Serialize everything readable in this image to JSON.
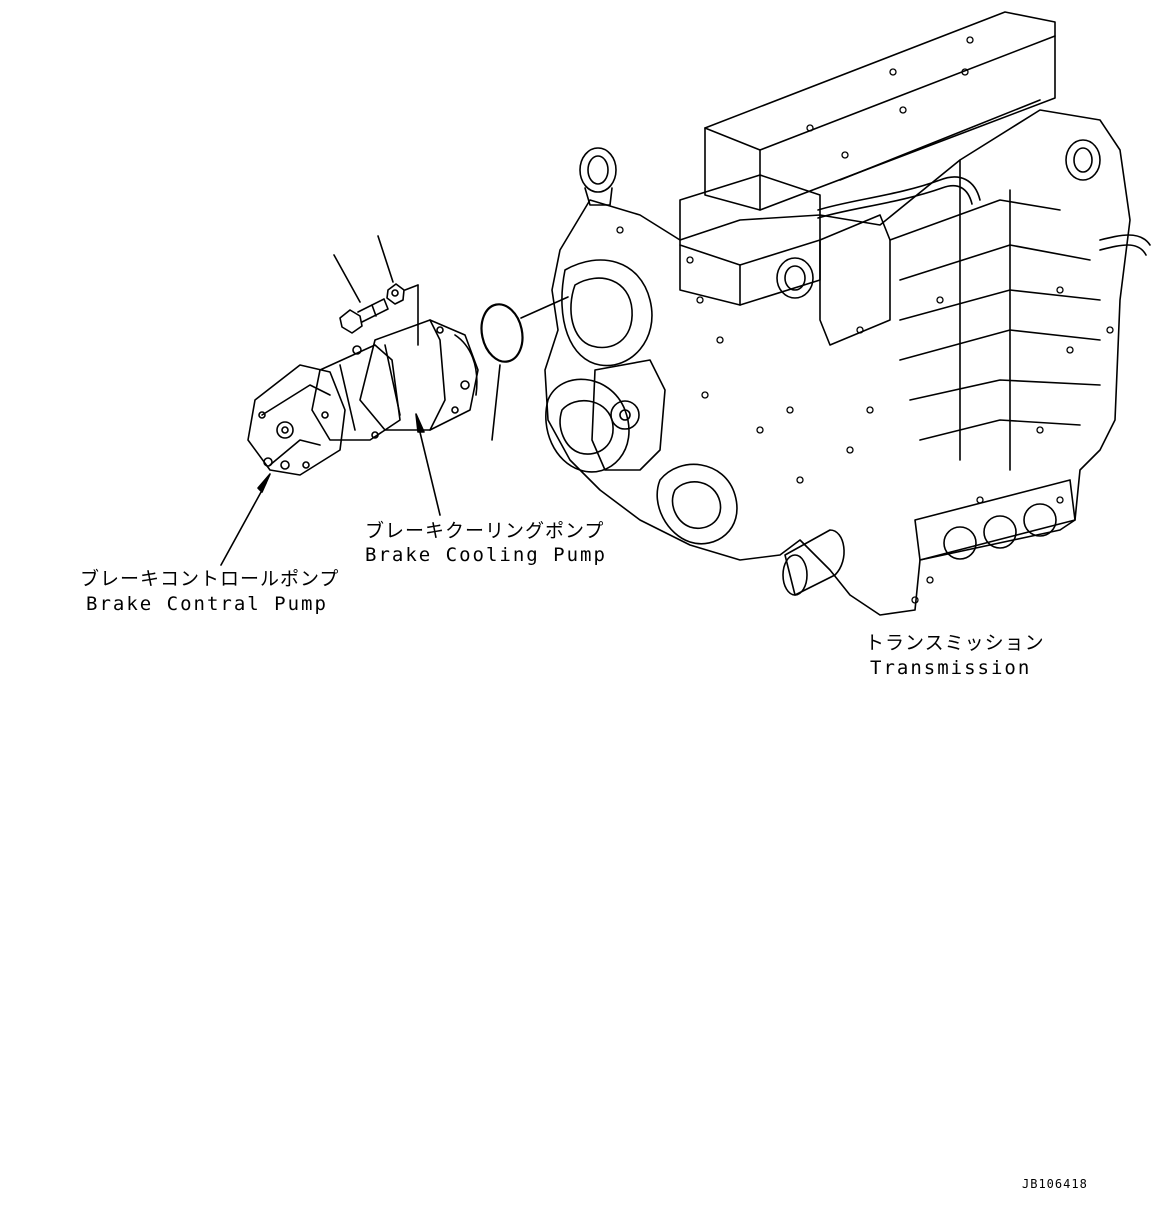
{
  "labels": {
    "brake_cooling_pump": {
      "ja": "ブレーキクーリングポンプ",
      "en": "Brake Cooling Pump"
    },
    "brake_control_pump": {
      "ja": "ブレーキコントロールポンプ",
      "en": "Brake Contral Pump"
    },
    "transmission": {
      "ja": "トランスミッション",
      "en": "Transmission"
    }
  },
  "drawing_code": "JB106418",
  "colors": {
    "line": "#000000",
    "background": "#ffffff"
  }
}
